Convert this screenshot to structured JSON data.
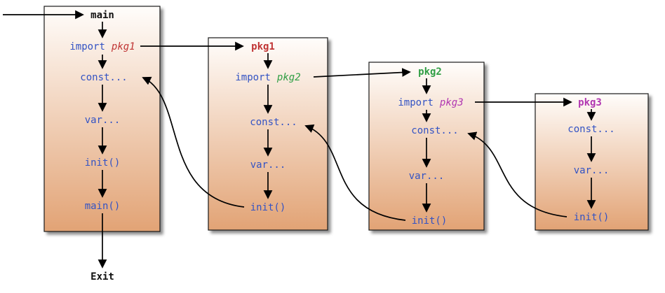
{
  "diagram": {
    "boxes": {
      "main": {
        "title": "main",
        "import_keyword": "import",
        "import_package": "pkg1",
        "const_item": "const...",
        "var_item": "var...",
        "init_item": "init()",
        "main_item": "main()"
      },
      "pkg1": {
        "title": "pkg1",
        "import_keyword": "import",
        "import_package": "pkg2",
        "const_item": "const...",
        "var_item": "var...",
        "init_item": "init()"
      },
      "pkg2": {
        "title": "pkg2",
        "import_keyword": "import",
        "import_package": "pkg3",
        "const_item": "const...",
        "var_item": "var...",
        "init_item": "init()"
      },
      "pkg3": {
        "title": "pkg3",
        "const_item": "const...",
        "var_item": "var...",
        "init_item": "init()"
      }
    },
    "exit_label": "Exit",
    "colors": {
      "keyword_blue": "#3353c4",
      "pkg1_red": "#c03434",
      "pkg2_green": "#2f9e44",
      "pkg3_magenta": "#b136b1",
      "box_gradient_top": "#fffdfb",
      "box_gradient_bottom": "#e2a375",
      "arrow_black": "#000000"
    }
  }
}
